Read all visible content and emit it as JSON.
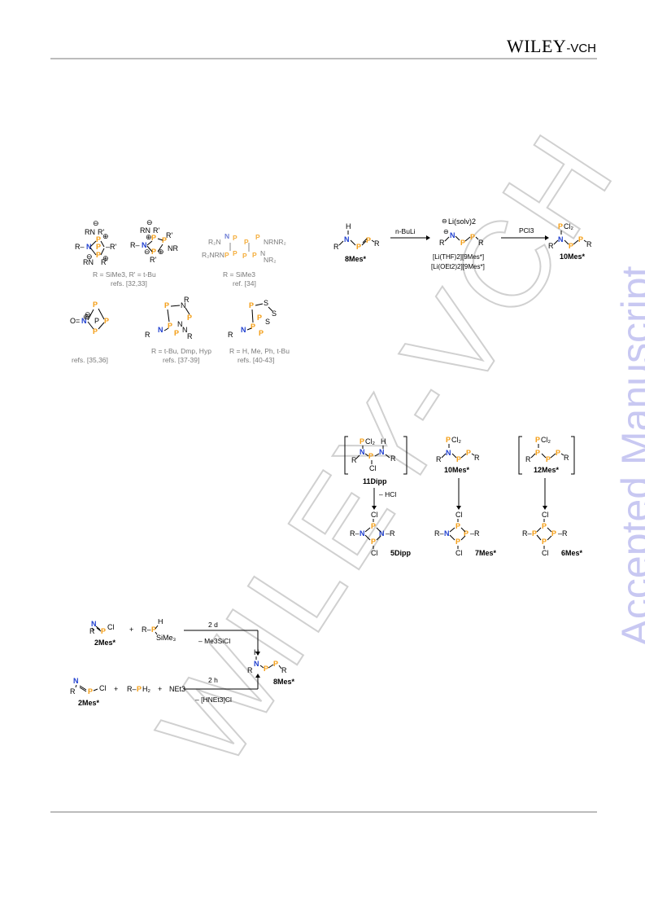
{
  "header": {
    "brand_main": "WILEY",
    "brand_suffix": "-VCH"
  },
  "watermark": {
    "diagonal": "WILEY-VCH",
    "side": "Accepted Manuscript"
  },
  "fig_top_left": {
    "r_def1": "R = SiMe3, R' = t-Bu",
    "refs1": "refs. [32,33]",
    "r_def2": "R = SiMe3",
    "refs2": "ref. [34]",
    "refs3": "refs. [35,36]",
    "r_def4": "R = t-Bu, Dmp, Hyp",
    "refs4": "refs. [37-39]",
    "r_def5": "R = H, Me, Ph, t-Bu",
    "refs5": "refs. [40-43]"
  },
  "scheme_top_right": {
    "reagent1": "n-BuLi",
    "reagent2": "PCl3",
    "label_start": "8Mes*",
    "salt1": "[Li(THF)2][9Mes*]",
    "salt2": "[Li(OEt2)2][9Mes*]",
    "label_end": "10Mes*",
    "li_label": "Li(solv)2"
  },
  "scheme_mid": {
    "c1_top": "11Dipp",
    "c1_arrow": "– HCl",
    "c1_bottom": "5Dipp",
    "c2_top": "10Mes*",
    "c2_bottom": "7Mes*",
    "c3_top": "12Mes*",
    "c3_bottom": "6Mes*"
  },
  "scheme_bottom": {
    "label_2mes_a": "2Mes*",
    "label_2mes_b": "2Mes*",
    "label_product": "8Mes*",
    "cond1_top": "2 d",
    "cond1_bottom": "– Me3SiCl",
    "cond2_top": "2 h",
    "cond2_bottom": "– [HNEt3]Cl",
    "base": "NEt3"
  }
}
